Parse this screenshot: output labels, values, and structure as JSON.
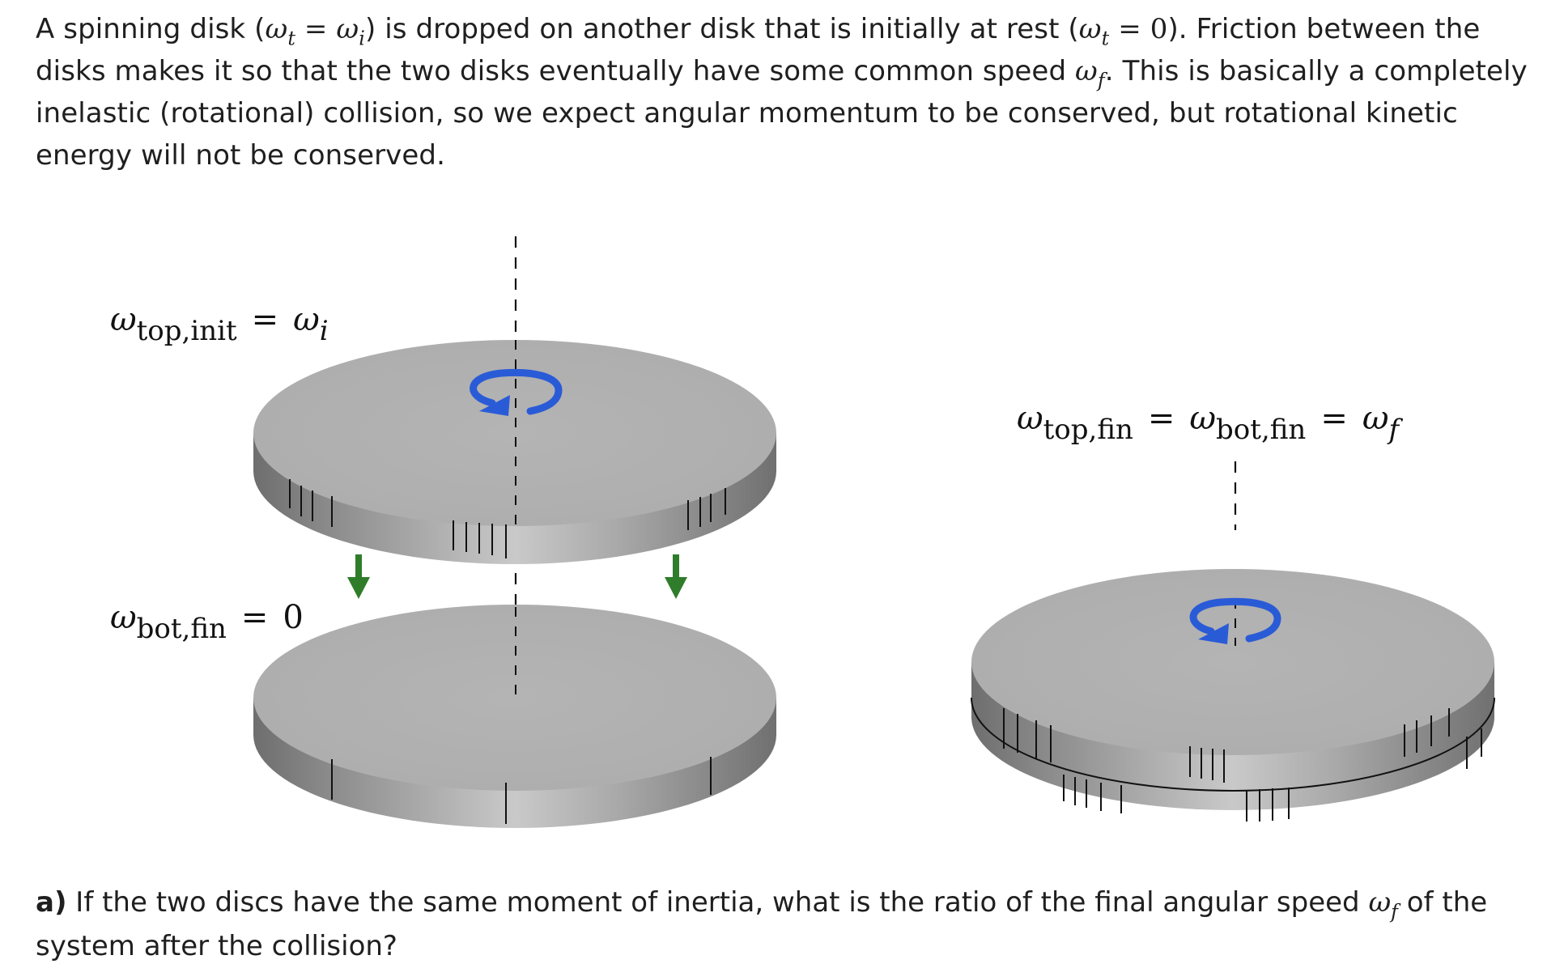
{
  "intro": {
    "t1": "A spinning disk (",
    "omega": "ω",
    "sub_t": "t",
    "eq": " = ",
    "sub_i": "i",
    "t2": ") is dropped on another disk that is initially at rest (",
    "zero": "0",
    "t3": "). Friction between the disks makes it so that the two disks eventually have some common speed ",
    "sub_f": "f",
    "t4": ". This is basically a completely inelastic (rotational) collision, so we expect angular momentum to be conserved, but rotational kinetic energy will not be conserved."
  },
  "figure": {
    "label_top_init": {
      "omega": "ω",
      "sub": "top,init",
      "eq": "=",
      "rhs_omega": "ω",
      "rhs_sub": "i"
    },
    "label_bot_init": {
      "omega": "ω",
      "sub": "bot,fin",
      "eq": "=",
      "rhs": "0"
    },
    "label_final": {
      "omega1": "ω",
      "sub1": "top,fin",
      "eq1": "=",
      "omega2": "ω",
      "sub2": "bot,fin",
      "eq2": "=",
      "omega3": "ω",
      "sub3": "f"
    },
    "colors": {
      "disk_top": "#b3b3b3",
      "disk_side_dark": "#7a7a7a",
      "disk_side_light": "#cfcfcf",
      "rotation_arrow": "#2a5bd7",
      "drop_arrow": "#2f7d2a"
    },
    "icons": [
      "rotation-arrow-icon",
      "down-arrow-icon"
    ]
  },
  "question": {
    "label": "a)",
    "t1": " If the two discs have the same moment of inertia, what is the ratio of the final angular speed ",
    "omega": "ω",
    "sub_f": "f",
    "t2": " of the system after the collision?"
  }
}
